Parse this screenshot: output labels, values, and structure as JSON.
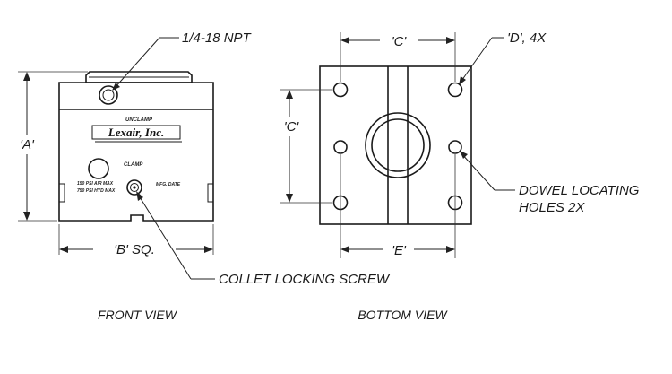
{
  "labels": {
    "npt": "1/4-18 NPT",
    "dim_a": "'A'",
    "dim_b": "'B' SQ.",
    "dim_c_top": "'C'",
    "dim_c_side": "'C'",
    "dim_d": "'D', 4X",
    "dim_e": "'E'",
    "dowel_line1": "DOWEL LOCATING",
    "dowel_line2": "HOLES 2X",
    "collet": "COLLET LOCKING SCREW",
    "front_view": "FRONT VIEW",
    "bottom_view": "BOTTOM VIEW"
  },
  "part_markings": {
    "unclamp": "UNCLAMP",
    "logo": "Lexair, Inc.",
    "clamp": "CLAMP",
    "air": "150 PSI AIR MAX",
    "hyd": "750 PSI HYD MAX",
    "mfg": "MFG. DATE"
  }
}
